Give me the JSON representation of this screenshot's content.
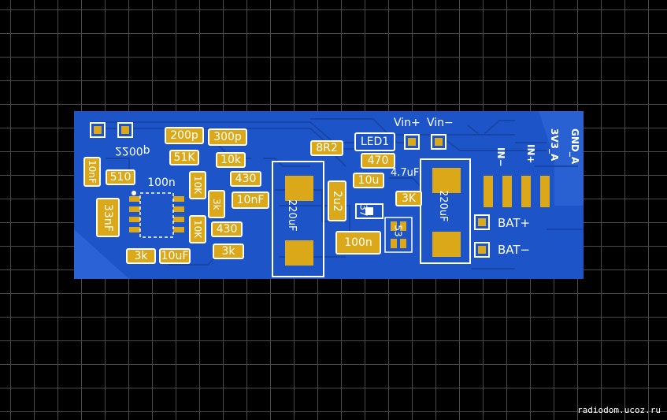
{
  "board": {
    "colors": {
      "copper": "#1d55c8",
      "trace": "#1746a8",
      "pad": "#dba81a",
      "silkscreen": "#ffffff",
      "background": "#000000",
      "grid": "#4a4a4a"
    },
    "edge_labels": {
      "gnd": "GND_A",
      "v3": "3V3_A",
      "in_plus": "IN+",
      "in_minus": "IN−"
    },
    "input_labels": {
      "vin_plus": "Vin+",
      "vin_minus": "Vin−"
    },
    "output_labels": {
      "bat_plus": "BAT+",
      "bat_minus": "BAT−"
    },
    "components": {
      "c_200p": "200p",
      "c_300p": "300p",
      "r_51k": "51K",
      "r_10k_a": "10k",
      "c_2200p": "2200p",
      "c_10nf_a": "10nF",
      "r_510": "510",
      "c_100n_a": "100n",
      "r_10k_b": "10K",
      "r_430_a": "430",
      "c_10nf_b": "10nF",
      "c_33nf": "33nF",
      "r_3k_a": "3k",
      "r_10k_c": "10K",
      "r_430_b": "430",
      "r_3k_b": "3k",
      "r_3k_c": "3k",
      "c_10uf": "10uF",
      "c_220uf_a": "220uF",
      "r_8r2": "8R2",
      "c_2u2": "2u2",
      "c_100n_b": "100n",
      "l_37": "37",
      "led1": "LED1",
      "r_470": "470",
      "c_10u": "10u",
      "c_4_7uf": "4.7uF",
      "r_3k_d": "3K",
      "ic_53": "53",
      "c_220uf_b": "220uF"
    }
  },
  "watermark": "radiodom.ucoz.ru"
}
